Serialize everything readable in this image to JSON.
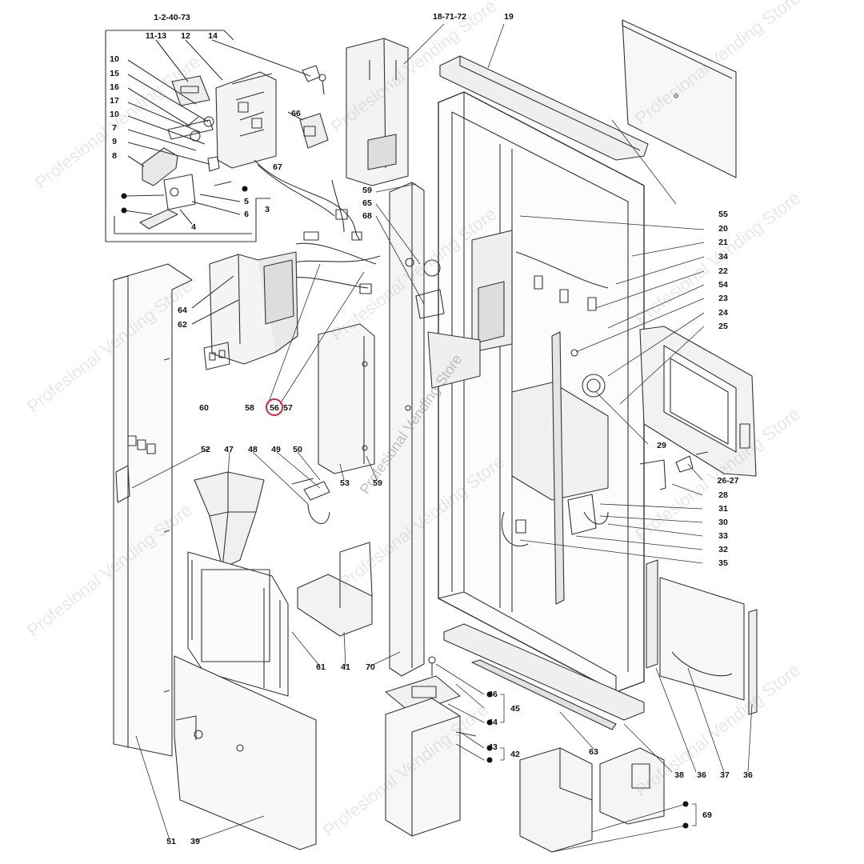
{
  "diagram": {
    "labels": [
      {
        "id": "l-1-2-40-73",
        "text": "1-2-40-73"
      },
      {
        "id": "l-11-13",
        "text": "11-13"
      },
      {
        "id": "l-12",
        "text": "12"
      },
      {
        "id": "l-14",
        "text": "14"
      },
      {
        "id": "l-10a",
        "text": "10"
      },
      {
        "id": "l-15",
        "text": "15"
      },
      {
        "id": "l-16",
        "text": "16"
      },
      {
        "id": "l-17",
        "text": "17"
      },
      {
        "id": "l-10b",
        "text": "10"
      },
      {
        "id": "l-7",
        "text": "7"
      },
      {
        "id": "l-9",
        "text": "9"
      },
      {
        "id": "l-8",
        "text": "8"
      },
      {
        "id": "l-5",
        "text": "5"
      },
      {
        "id": "l-6",
        "text": "6"
      },
      {
        "id": "l-3",
        "text": "3"
      },
      {
        "id": "l-4",
        "text": "4"
      },
      {
        "id": "l-66",
        "text": "66"
      },
      {
        "id": "l-67",
        "text": "67"
      },
      {
        "id": "l-18-71-72",
        "text": "18-71-72"
      },
      {
        "id": "l-19",
        "text": "19"
      },
      {
        "id": "l-59a",
        "text": "59"
      },
      {
        "id": "l-65",
        "text": "65"
      },
      {
        "id": "l-68",
        "text": "68"
      },
      {
        "id": "l-55",
        "text": "55"
      },
      {
        "id": "l-20",
        "text": "20"
      },
      {
        "id": "l-21",
        "text": "21"
      },
      {
        "id": "l-34",
        "text": "34"
      },
      {
        "id": "l-22",
        "text": "22"
      },
      {
        "id": "l-54",
        "text": "54"
      },
      {
        "id": "l-23",
        "text": "23"
      },
      {
        "id": "l-24",
        "text": "24"
      },
      {
        "id": "l-25",
        "text": "25"
      },
      {
        "id": "l-64",
        "text": "64"
      },
      {
        "id": "l-62",
        "text": "62"
      },
      {
        "id": "l-60",
        "text": "60"
      },
      {
        "id": "l-58",
        "text": "58"
      },
      {
        "id": "l-56",
        "text": "56"
      },
      {
        "id": "l-57",
        "text": "57"
      },
      {
        "id": "l-52",
        "text": "52"
      },
      {
        "id": "l-47",
        "text": "47"
      },
      {
        "id": "l-48",
        "text": "48"
      },
      {
        "id": "l-49",
        "text": "49"
      },
      {
        "id": "l-50",
        "text": "50"
      },
      {
        "id": "l-53",
        "text": "53"
      },
      {
        "id": "l-59b",
        "text": "59"
      },
      {
        "id": "l-29",
        "text": "29"
      },
      {
        "id": "l-26-27",
        "text": "26-27"
      },
      {
        "id": "l-28",
        "text": "28"
      },
      {
        "id": "l-31",
        "text": "31"
      },
      {
        "id": "l-30",
        "text": "30"
      },
      {
        "id": "l-33",
        "text": "33"
      },
      {
        "id": "l-32",
        "text": "32"
      },
      {
        "id": "l-35",
        "text": "35"
      },
      {
        "id": "l-61",
        "text": "61"
      },
      {
        "id": "l-41",
        "text": "41"
      },
      {
        "id": "l-70",
        "text": "70"
      },
      {
        "id": "l-46",
        "text": "46"
      },
      {
        "id": "l-45",
        "text": "45"
      },
      {
        "id": "l-44",
        "text": "44"
      },
      {
        "id": "l-43",
        "text": "43"
      },
      {
        "id": "l-42",
        "text": "42"
      },
      {
        "id": "l-63",
        "text": "63"
      },
      {
        "id": "l-38",
        "text": "38"
      },
      {
        "id": "l-36a",
        "text": "36"
      },
      {
        "id": "l-37",
        "text": "37"
      },
      {
        "id": "l-36b",
        "text": "36"
      },
      {
        "id": "l-69",
        "text": "69"
      },
      {
        "id": "l-51",
        "text": "51"
      },
      {
        "id": "l-39",
        "text": "39"
      }
    ],
    "highlighted_label": "56",
    "highlight_color": "#d6283a"
  },
  "watermarks": [
    {
      "id": "wm-1",
      "text": "Profesional Vending Store"
    },
    {
      "id": "wm-2",
      "text": "Profesional Vending Store"
    },
    {
      "id": "wm-3",
      "text": "Profesional Vending Store"
    },
    {
      "id": "wm-4",
      "text": "Profesional Vending Store"
    },
    {
      "id": "wm-5",
      "text": "Profesional Vending Store"
    },
    {
      "id": "wm-6",
      "text": "Profesional Vending Store"
    },
    {
      "id": "wm-7",
      "text": "Profesional Vending Store"
    },
    {
      "id": "wm-8",
      "text": "Profesional Vending Store"
    },
    {
      "id": "wm-9",
      "text": "Profesional Vending Store"
    },
    {
      "id": "wm-10",
      "text": "Profesional Vending Store"
    },
    {
      "id": "wm-11",
      "text": "Profesional Vending Store"
    },
    {
      "id": "wm-center",
      "text": "Profesional Vending Store"
    }
  ]
}
